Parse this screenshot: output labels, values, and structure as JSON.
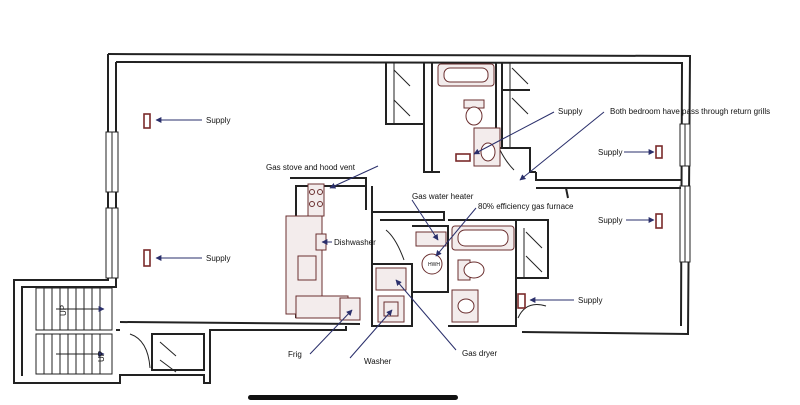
{
  "plan": {
    "labels": {
      "supply_living_top": "Supply",
      "supply_living_bottom": "Supply",
      "gas_stove": "Gas stove and hood vent",
      "dishwasher": "Dishwasher",
      "frig": "Frig",
      "washer": "Washer",
      "gas_dryer": "Gas dryer",
      "gas_water_heater": "Gas water heater",
      "furnace": "80% efficiency gas furnace",
      "supply_bath": "Supply",
      "return_grills": "Both bedroom have pass through return grills",
      "supply_bedroom_top": "Supply",
      "supply_bedroom_bottom": "Supply",
      "supply_hall": "Supply"
    },
    "stairs": {
      "up_top": "UP",
      "up_bottom": "UP"
    },
    "water_heater_mark": "HWH"
  }
}
